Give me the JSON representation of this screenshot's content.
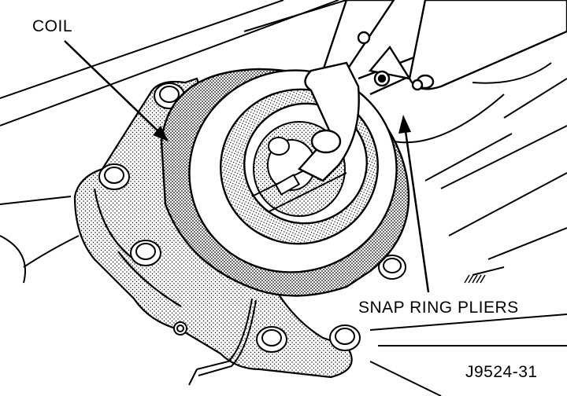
{
  "labels": {
    "coil": "COIL",
    "snap_ring_pliers": "SNAP RING PLIERS",
    "figure_id": "J9524-31"
  },
  "colors": {
    "ink": "#000000",
    "paper": "#ffffff",
    "shade": "#9a9a9a"
  }
}
